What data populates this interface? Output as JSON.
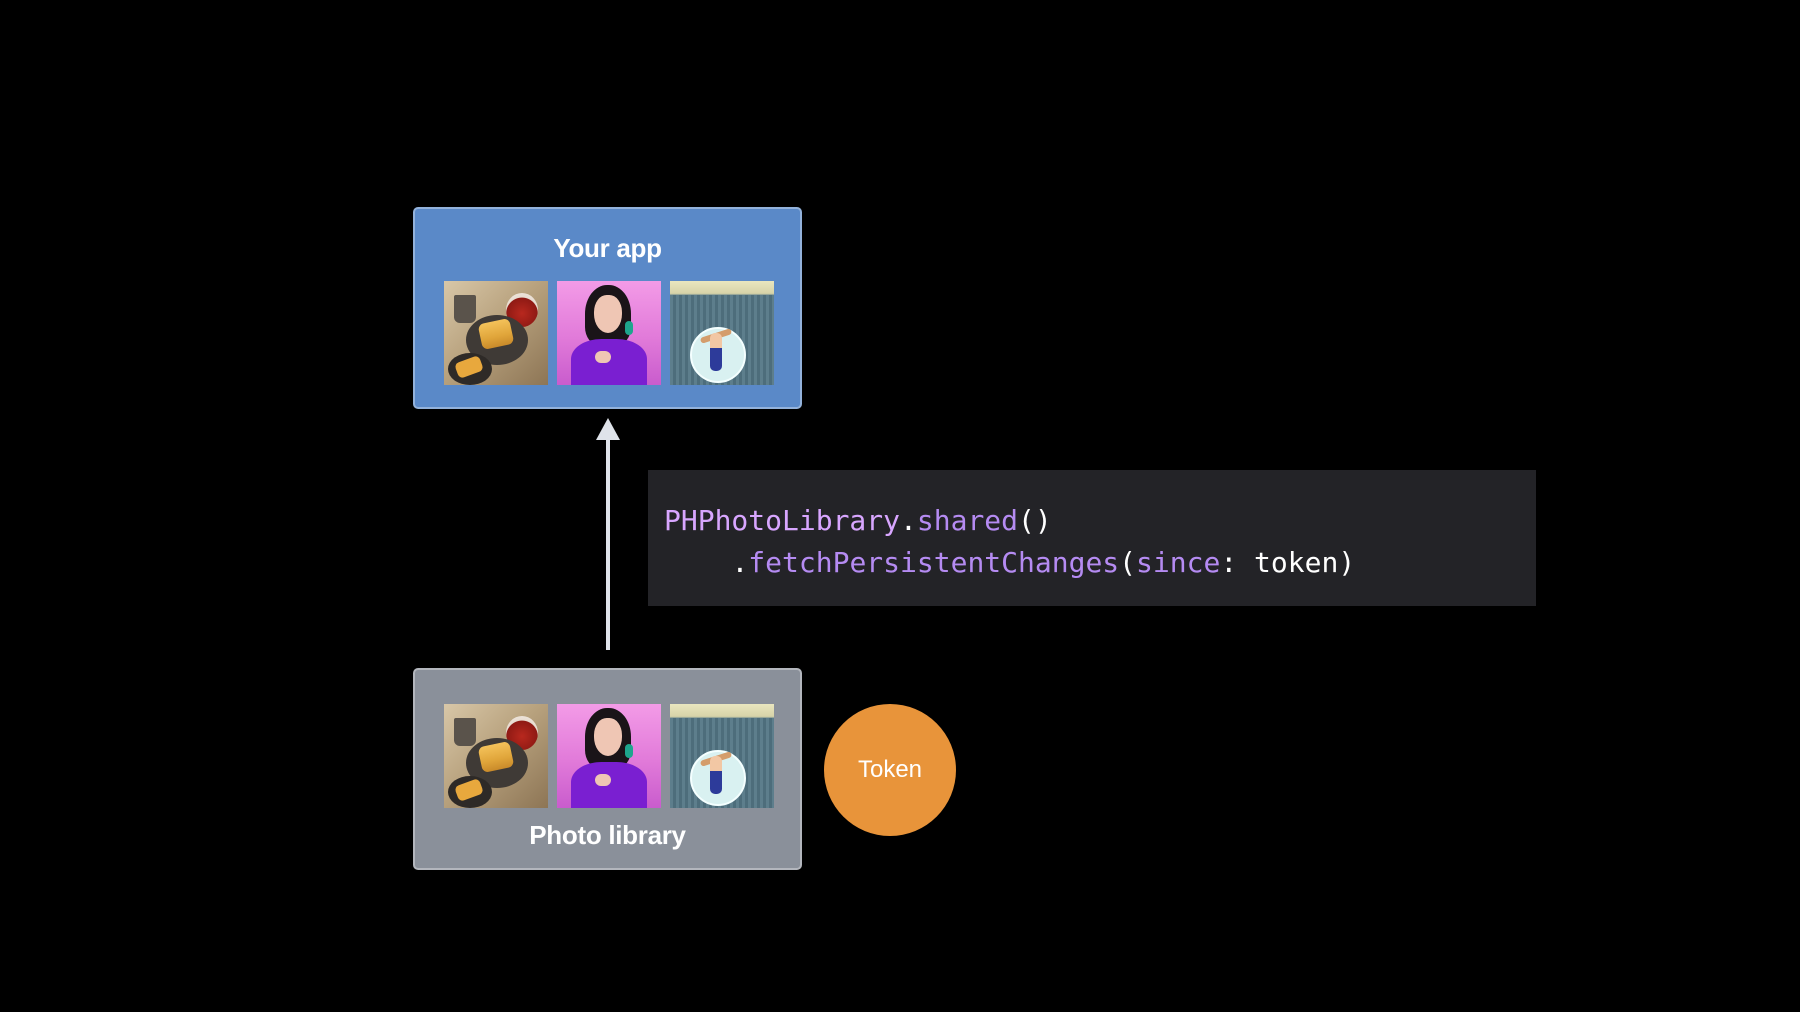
{
  "app_box": {
    "title": "Your app",
    "color": "#5a89c8"
  },
  "library_box": {
    "title": "Photo library",
    "color": "#8a909a"
  },
  "photos": [
    {
      "name": "breakfast-photo"
    },
    {
      "name": "portrait-photo"
    },
    {
      "name": "balcony-photo"
    }
  ],
  "code": {
    "line1": {
      "type": "PHPhotoLibrary",
      "dot": ".",
      "method": "shared",
      "parens": "()"
    },
    "line2": {
      "indent": "    ",
      "dot": ".",
      "method": "fetchPersistentChanges",
      "open": "(",
      "param": "since",
      "colon": ": ",
      "arg": "token",
      "close": ")"
    },
    "background": "#232327"
  },
  "token": {
    "label": "Token",
    "color": "#e8943a"
  },
  "arrow": {
    "color": "#dfe3ea",
    "direction": "up"
  }
}
